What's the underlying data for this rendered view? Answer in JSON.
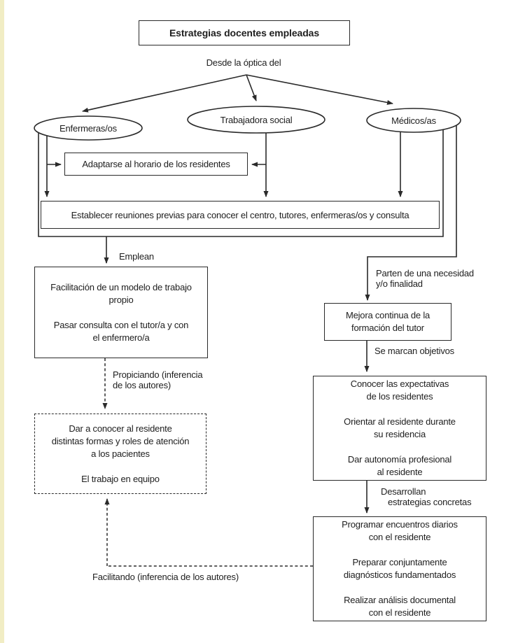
{
  "diagram": {
    "title": "Estrategias docentes empleadas",
    "perspective_label": "Desde la óptica del",
    "roles": {
      "nurses": "Enfermeras/os",
      "social_worker": "Trabajadora social",
      "doctors": "Médicos/as"
    },
    "boxes": {
      "adapt": "Adaptarse al horario de los residentes",
      "meetings": "Establecer reuniones previas para conocer el centro, tutores, enfermeras/os y consulta",
      "facilitation": "Facilitación de un modelo de trabajo\npropio\n\nPasar consulta con el tutor/a y con\nel enfermero/a",
      "dar_conocer": "Dar a conocer al residente\ndistintas formas y roles de atención\na los pacientes\n\nEl trabajo en equipo",
      "mejora": "Mejora continua de la\nformación del tutor",
      "conocer": "Conocer las expectativas\nde los residentes\n\nOrientar al residente durante\nsu residencia\n\nDar autonomía profesional\nal residente",
      "programar": "Programar encuentros diarios\ncon el residente\n\nPreparar conjuntamente\ndiagnósticos fundamentados\n\nRealizar análisis documental\ncon el residente"
    },
    "edge_labels": {
      "emplean": "Emplean",
      "propiciando": "Propiciando (inferencia\nde los autores)",
      "parten": "Parten de una necesidad\ny/o finalidad",
      "objetivos": "Se marcan objetivos",
      "desarrollan": "Desarrollan\nestrategias concretas",
      "facilitando": "Facilitando (inferencia de los autores)"
    },
    "colors": {
      "line": "#2a2a2a",
      "text": "#1e1e1e",
      "edge_strip": "#f1edc4",
      "background": "#ffffff"
    }
  }
}
